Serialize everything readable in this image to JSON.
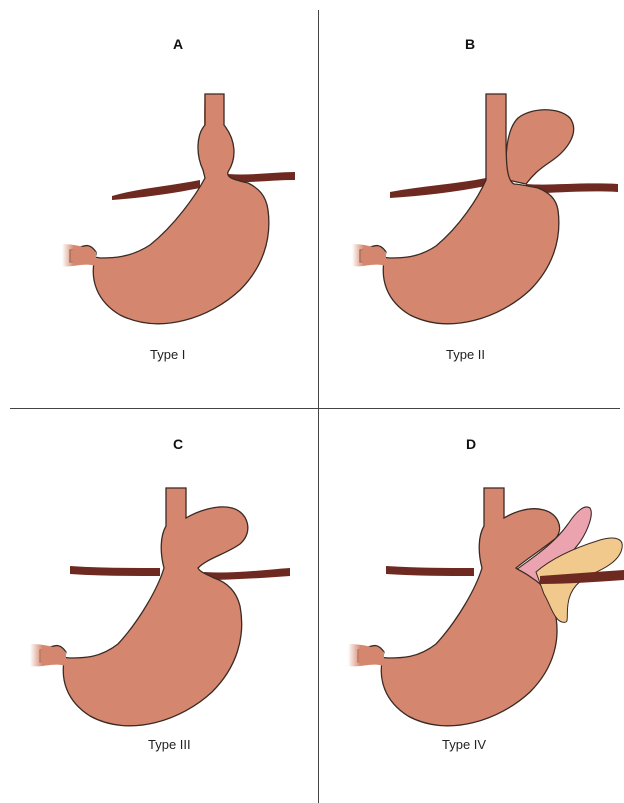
{
  "colors": {
    "stomach": "#d4876e",
    "stomach_outline": "#3a2a24",
    "diaphragm": "#6e2a20",
    "peritoneum": "#eba3b0",
    "omentum": "#f1c98c",
    "background": "#ffffff"
  },
  "panels": [
    {
      "letter": "A",
      "caption": "Type I"
    },
    {
      "letter": "B",
      "caption": "Type II"
    },
    {
      "letter": "C",
      "caption": "Type III"
    },
    {
      "letter": "D",
      "caption": "Type IV"
    }
  ]
}
